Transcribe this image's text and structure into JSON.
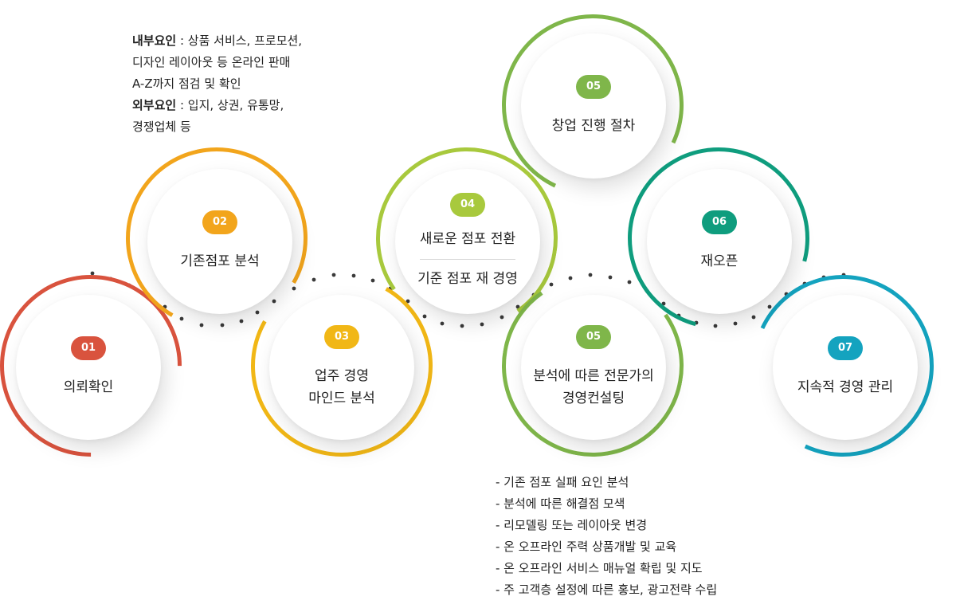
{
  "steps": [
    {
      "id": "01",
      "color": "#d9533e",
      "lines": [
        "의뢰확인"
      ]
    },
    {
      "id": "02",
      "color": "#f2a51c",
      "lines": [
        "기존점포 분석"
      ]
    },
    {
      "id": "03",
      "color": "#f1b716",
      "lines": [
        "업주 경영",
        "마인드 분석"
      ]
    },
    {
      "id": "04",
      "color": "#a8c93d",
      "line_top": "새로운 점포 전환",
      "line_bottom": "기준 점포 재 경영"
    },
    {
      "id": "05",
      "color": "#7fb64a",
      "lines": [
        "창업 진행 절차"
      ]
    },
    {
      "id": "05",
      "color": "#7fb64a",
      "lines": [
        "분석에 따른 전문가의",
        "경영컨설팅"
      ]
    },
    {
      "id": "06",
      "color": "#0f9d7e",
      "lines": [
        "재오픈"
      ]
    },
    {
      "id": "07",
      "color": "#14a3bf",
      "lines": [
        "지속적 경영 관리"
      ]
    }
  ],
  "top_note": {
    "internal_label": "내부요인",
    "internal_text": " : 상품 서비스, 프로모션,",
    "line2": "디자인 레이아웃 등 온라인 판매",
    "line3": "A-Z까지 점검 및 확인",
    "external_label": "외부요인",
    "external_text": " : 입지, 상권, 유통망,",
    "line5": "경쟁업체 등"
  },
  "bottom_note": [
    "- 기존 점포 실패 요인 분석",
    "- 분석에 따른 해결점 모색",
    "- 리모델링 또는 레이아웃 변경",
    "- 온 오프라인 주력 상품개발 및 교육",
    "- 온 오프라인 서비스 매뉴얼 확립 및 지도",
    "- 주 고객층 설정에 따른 홍보, 광고전략 수립"
  ],
  "colors": {
    "dots": "#3a3a3a"
  }
}
